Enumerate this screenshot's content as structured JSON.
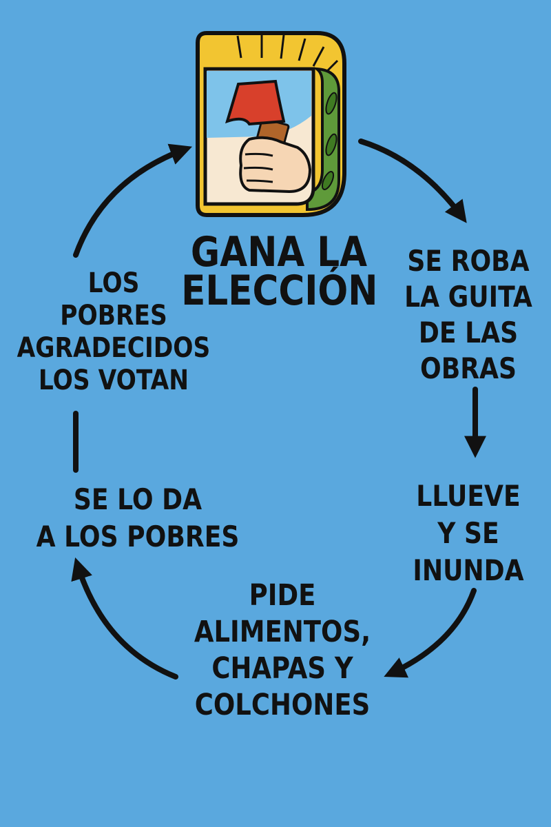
{
  "diagram": {
    "nodes": {
      "gana": "GANA LA\nELECCIÓN",
      "roba": "SE ROBA\nLA GUITA\nDE LAS\nOBRAS",
      "llueve": "LLUEVE\nY SE\nINUNDA",
      "pide": "PIDE\nALIMENTOS,\nCHAPAS Y\nCOLCHONES",
      "dalo": "SE LO DA\nA LOS POBRES",
      "votan": "LOS\nPOBRES\nAGRADECIDOS\nLOS VOTAN"
    },
    "edges": [
      [
        "gana",
        "roba"
      ],
      [
        "roba",
        "llueve"
      ],
      [
        "llueve",
        "pide"
      ],
      [
        "pide",
        "dalo"
      ],
      [
        "dalo",
        "votan"
      ],
      [
        "votan",
        "gana"
      ]
    ],
    "emblem": "party-shield-with-raised-fist-and-torch"
  },
  "colors": {
    "background": "#5aa8de",
    "text": "#111111",
    "shield_yellow": "#f2c531",
    "shield_green": "#5f9a3a",
    "flame_red": "#d8402b",
    "skin": "#f6d6b4",
    "cream": "#f7e8d2"
  }
}
